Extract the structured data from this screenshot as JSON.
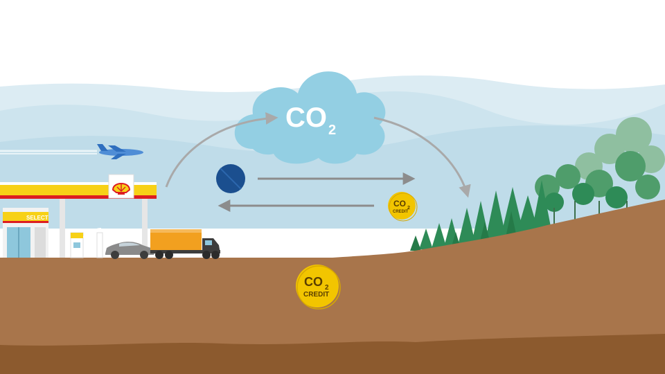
{
  "cloud": {
    "label": "CO",
    "subscript": "2"
  },
  "station": {
    "shop_label": "SELECT"
  },
  "coin_small": {
    "label": "CO",
    "subscript": "2",
    "caption": "CREDIT"
  },
  "coin_large": {
    "label": "CO",
    "subscript": "2",
    "caption": "CREDIT"
  },
  "colors": {
    "sky_band": "#cfe6ef",
    "mountains": "#b9dbe8",
    "cloud": "#93cfe3",
    "soil": "#a8754b",
    "soil_deep": "#8c5a2e",
    "shell_yellow": "#f7d117",
    "shell_red": "#dd1d21",
    "coin_gold": "#f2c500",
    "blue_coin": "#1b4f8f",
    "tree_green": "#2e8b57",
    "truck_orange": "#f2a01f",
    "arrow_grey": "#8c8c8c"
  }
}
